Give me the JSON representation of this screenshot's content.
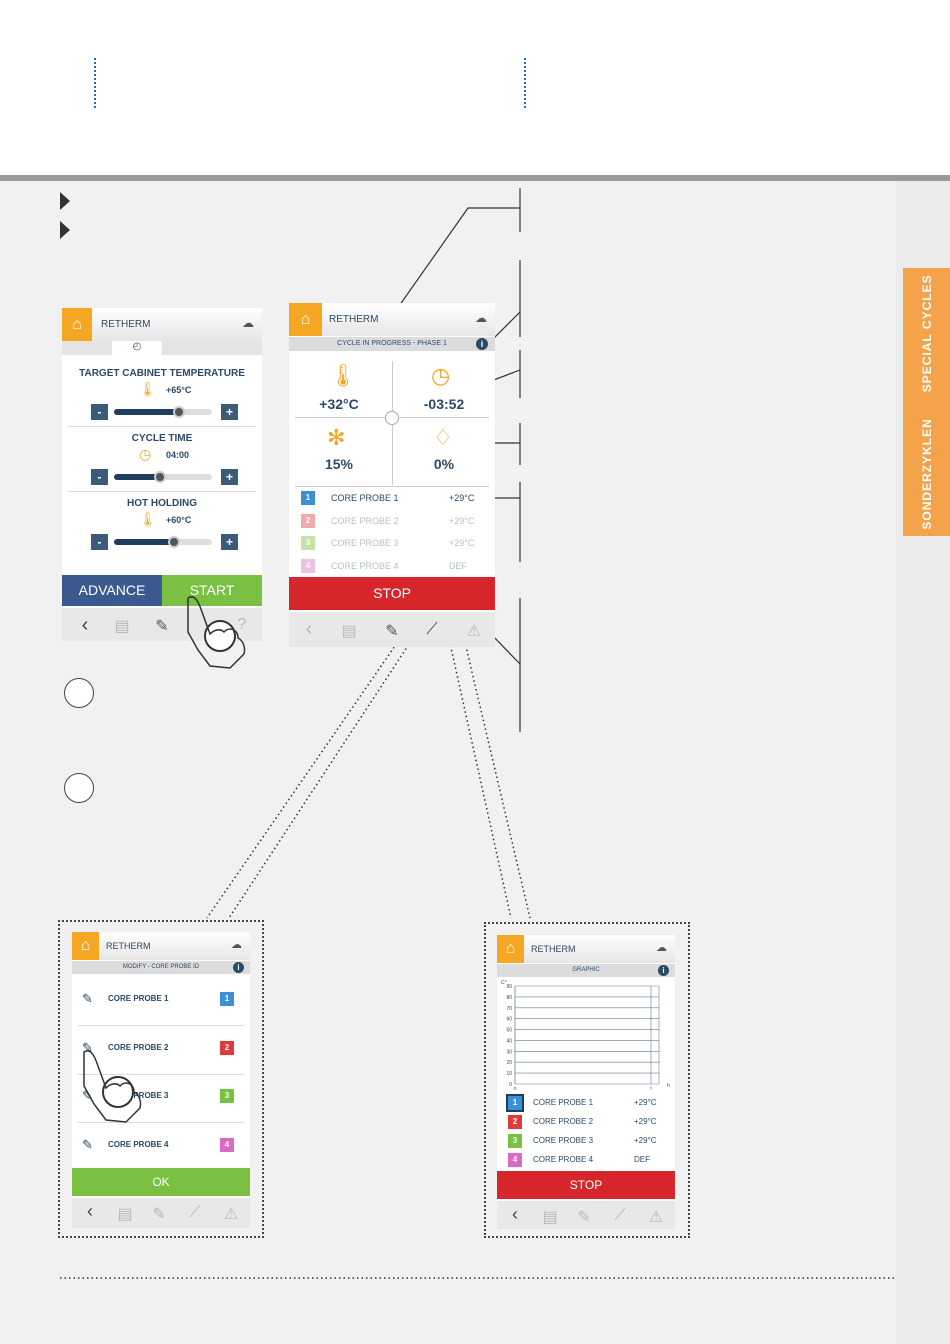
{
  "sidebar_tab": {
    "label_top": "SPECIAL CYCLES",
    "label_bottom": "SONDERZYKLEN"
  },
  "app": {
    "title": "RETHERM"
  },
  "screen_setup": {
    "sections": [
      {
        "title": "TARGET CABINET TEMPERATURE",
        "value": "+65°C",
        "level": 0.66
      },
      {
        "title": "CYCLE TIME",
        "value": "04:00",
        "level": 0.47
      },
      {
        "title": "HOT HOLDING",
        "value": "+60°C",
        "level": 0.61
      }
    ],
    "minus": "-",
    "plus": "+",
    "advance_label": "ADVANCE",
    "start_label": "START"
  },
  "screen_progress": {
    "subtitle": "CYCLE IN PROGRESS - PHASE 1",
    "temp": "+32°C",
    "time": "-03:52",
    "fan": "15%",
    "humidity": "0%",
    "probes": [
      {
        "num": "1",
        "name": "CORE PROBE 1",
        "value": "+29°C",
        "color": "#3a8fd6"
      },
      {
        "num": "2",
        "name": "CORE PROBE 2",
        "value": "+29°C",
        "color": "#f2a9ad"
      },
      {
        "num": "3",
        "name": "CORE PROBE 3",
        "value": "+29°C",
        "color": "#c4e3a8"
      },
      {
        "num": "4",
        "name": "CORE PROBE 4",
        "value": "DEF",
        "color": "#ecc1e4"
      }
    ],
    "stop_label": "STOP"
  },
  "screen_modify": {
    "subtitle": "MODIFY - CORE PROBE ID",
    "probes": [
      {
        "num": "1",
        "name": "CORE PROBE 1",
        "color": "#3a8fd6"
      },
      {
        "num": "2",
        "name": "CORE PROBE 2",
        "color": "#e03b3b"
      },
      {
        "num": "3",
        "name": "CORE PROBE 3",
        "color": "#7ac143"
      },
      {
        "num": "4",
        "name": "CORE PROBE 4",
        "color": "#d86bc8"
      }
    ],
    "ok_label": "OK"
  },
  "screen_graphic": {
    "subtitle": "GRAPHIC",
    "y_unit": "C°",
    "x_unit": "h",
    "y_ticks": [
      "90",
      "80",
      "70",
      "60",
      "50",
      "40",
      "30",
      "20",
      "10",
      "0"
    ],
    "x_ticks": [
      "0",
      "1"
    ],
    "probes": [
      {
        "num": "1",
        "name": "CORE PROBE 1",
        "value": "+29°C",
        "color": "#3a8fd6"
      },
      {
        "num": "2",
        "name": "CORE PROBE 2",
        "value": "+29°C",
        "color": "#e03b3b"
      },
      {
        "num": "3",
        "name": "CORE PROBE 3",
        "value": "+29°C",
        "color": "#7ac143"
      },
      {
        "num": "4",
        "name": "CORE PROBE 4",
        "value": "DEF",
        "color": "#d86bc8"
      }
    ],
    "stop_label": "STOP"
  },
  "icons": {
    "info": "i",
    "back": "‹"
  }
}
